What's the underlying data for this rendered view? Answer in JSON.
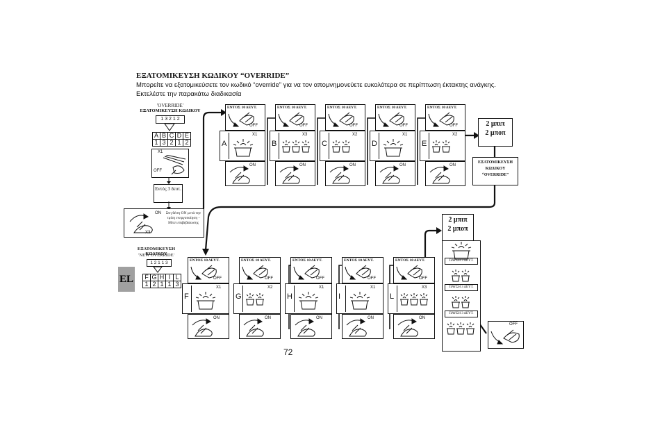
{
  "heading": {
    "title": "ΕΞΑΤΟΜΙΚΕΥΣΗ ΚΩΔΙΚΟΥ “OVERRIDE”",
    "line1": "Μπορείτε να εξατομικεύσετε τον κωδικό “override” για να τον απομνημονεύετε ευκολότερα σε περίπτωση έκτακτης ανάγκης.",
    "line2": "Εκτελέστε την παρακάτω διαδικασία"
  },
  "left": {
    "override_label": "'OVERRIDE'",
    "override_caption": "ΕΞΑΤΟΜΙΚΕΥΣΗ ΚΩΔΙΚΟΥ",
    "override_code": "1 3 2 1 2",
    "letters": [
      "A",
      "B",
      "C",
      "D",
      "E"
    ],
    "digits": [
      "1",
      "3",
      "2",
      "1",
      "2"
    ],
    "x1": "X1",
    "off": "OFF",
    "within3": "Εντός 3 δευτ.",
    "on": "ON",
    "x3": "X3",
    "on_note": "Στη θέση ON μετά την τρίτη ενεργοποίηση - Μπιπ επιβεβαίωσης",
    "new_caption": "ΕΞΑΤΟΜΙΚΕΥΣΗ ΚΩΔΙΚΟΥ",
    "new_label": "'NEW OVERRIDE'",
    "new_code": "1 2 1 1 3",
    "new_letters": [
      "F",
      "G",
      "H",
      "I",
      "L"
    ],
    "new_digits": [
      "1",
      "2",
      "1",
      "1",
      "3"
    ]
  },
  "step_title": "ΕΝΤΟΣ 10 ΔΕΥΤ.",
  "step_off": "OFF",
  "step_on": "ON",
  "row1": [
    {
      "letter": "A",
      "mult": "X1",
      "cups": 1
    },
    {
      "letter": "B",
      "mult": "X3",
      "cups": 3
    },
    {
      "letter": "C",
      "mult": "X2",
      "cups": 2
    },
    {
      "letter": "D",
      "mult": "X1",
      "cups": 1
    },
    {
      "letter": "E",
      "mult": "X2",
      "cups": 2
    }
  ],
  "row2": [
    {
      "letter": "F",
      "mult": "X1",
      "cups": 1
    },
    {
      "letter": "G",
      "mult": "X2",
      "cups": 2
    },
    {
      "letter": "H",
      "mult": "X1",
      "cups": 1
    },
    {
      "letter": "I",
      "mult": "X1",
      "cups": 1
    },
    {
      "letter": "L",
      "mult": "X3",
      "cups": 3
    }
  ],
  "beep1": {
    "line1": "2 μπιπ",
    "line2": "2 μποπ"
  },
  "custom_box": {
    "line1": "ΕΞΑΤΟΜΙΚΕΥΣΗ",
    "line2": "ΚΩΔΙΚΟΥ",
    "line3": "“OVERRIDE”"
  },
  "beep2": {
    "line1": "2 μπιπ",
    "line2": "2 μποπ"
  },
  "pause": "ΠΑΥΣΗ 3 ΔΕΥΤ.",
  "final_off": "OFF",
  "el_tab": "EL",
  "page_number": "72"
}
